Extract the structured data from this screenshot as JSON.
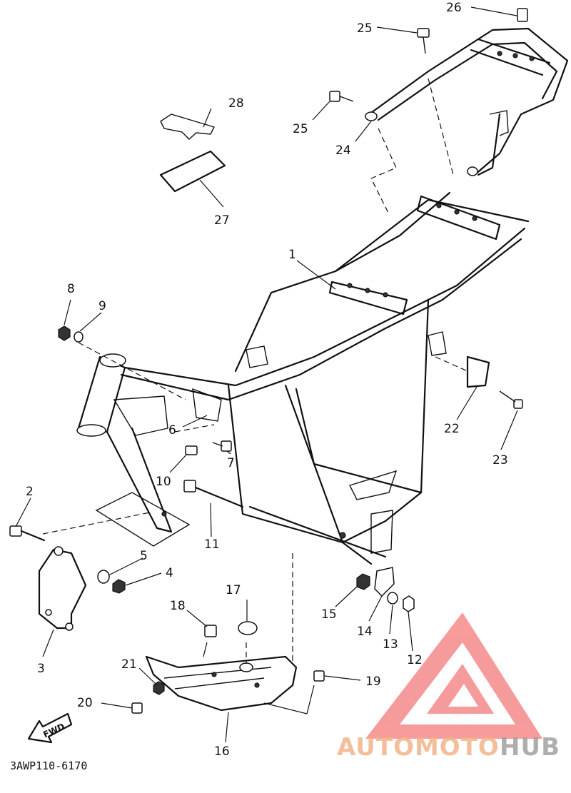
{
  "diagram": {
    "drawing_code": "3AWP110-6170",
    "fwd_label": "FWD",
    "parts": [
      {
        "id": "p1",
        "label": "1"
      },
      {
        "id": "p2",
        "label": "2"
      },
      {
        "id": "p3",
        "label": "3"
      },
      {
        "id": "p4",
        "label": "4"
      },
      {
        "id": "p5",
        "label": "5"
      },
      {
        "id": "p6",
        "label": "6"
      },
      {
        "id": "p7",
        "label": "7"
      },
      {
        "id": "p8",
        "label": "8"
      },
      {
        "id": "p9",
        "label": "9"
      },
      {
        "id": "p10",
        "label": "10"
      },
      {
        "id": "p11",
        "label": "11"
      },
      {
        "id": "p12",
        "label": "12"
      },
      {
        "id": "p13",
        "label": "13"
      },
      {
        "id": "p14",
        "label": "14"
      },
      {
        "id": "p15",
        "label": "15"
      },
      {
        "id": "p16",
        "label": "16"
      },
      {
        "id": "p17",
        "label": "17"
      },
      {
        "id": "p18",
        "label": "18"
      },
      {
        "id": "p19",
        "label": "19"
      },
      {
        "id": "p20",
        "label": "20"
      },
      {
        "id": "p21",
        "label": "21"
      },
      {
        "id": "p22",
        "label": "22"
      },
      {
        "id": "p23",
        "label": "23"
      },
      {
        "id": "p24",
        "label": "24"
      },
      {
        "id": "p25a",
        "label": "25"
      },
      {
        "id": "p25b",
        "label": "25"
      },
      {
        "id": "p26",
        "label": "26"
      },
      {
        "id": "p27",
        "label": "27"
      },
      {
        "id": "p28",
        "label": "28"
      }
    ]
  },
  "watermark": {
    "part1": "AUTOMOTO",
    "part2": "HUB",
    "color_primary": "#f47a7a",
    "color_secondary": "#f2b48a"
  }
}
